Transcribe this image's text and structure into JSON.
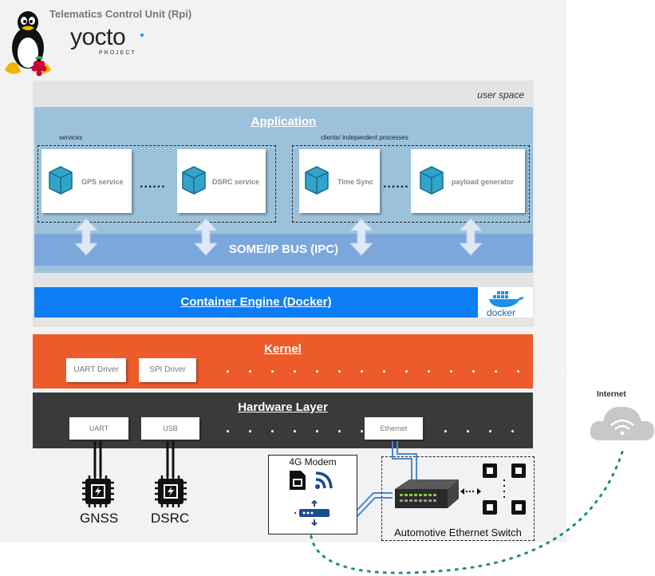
{
  "header": {
    "title": "Telematics Control Unit (Rpi)",
    "yocto_word": "yocto",
    "yocto_sub": "PROJECT"
  },
  "user_space": {
    "label": "user space",
    "application": {
      "title": "Application",
      "group_services_label": "services",
      "group_clients_label": "clients/ independent processes",
      "services": [
        "GPS service",
        "DSRC service",
        "Time Sync",
        "payload generator"
      ],
      "ellipsis": "......"
    },
    "someip_bus": "SOME/IP BUS (IPC)",
    "container_engine": "Container Engine (Docker)",
    "docker_logo_text": "docker"
  },
  "kernel": {
    "title": "Kernel",
    "drivers": [
      "UART Driver",
      "SPI Driver"
    ],
    "more": ". . . . . . . .   . . . . . . . ."
  },
  "hardware": {
    "title": "Hardware Layer",
    "ports": [
      "UART",
      "USB",
      "Ethernet"
    ],
    "more1": ". . . . . . . .",
    "more2": ". . . ."
  },
  "devices": {
    "gnss": "GNSS",
    "dsrc": "DSRC",
    "modem": "4G Modem",
    "switch": "Automotive Ethernet Switch",
    "internet": "Internet"
  },
  "colors": {
    "application": "#9cc2db",
    "someip": "#7ba7dc",
    "docker": "#0d7df5",
    "kernel": "#ec5b29",
    "hardware": "#3a3a3a",
    "cube": "#34a3c9",
    "link": "#1b8a8a"
  }
}
